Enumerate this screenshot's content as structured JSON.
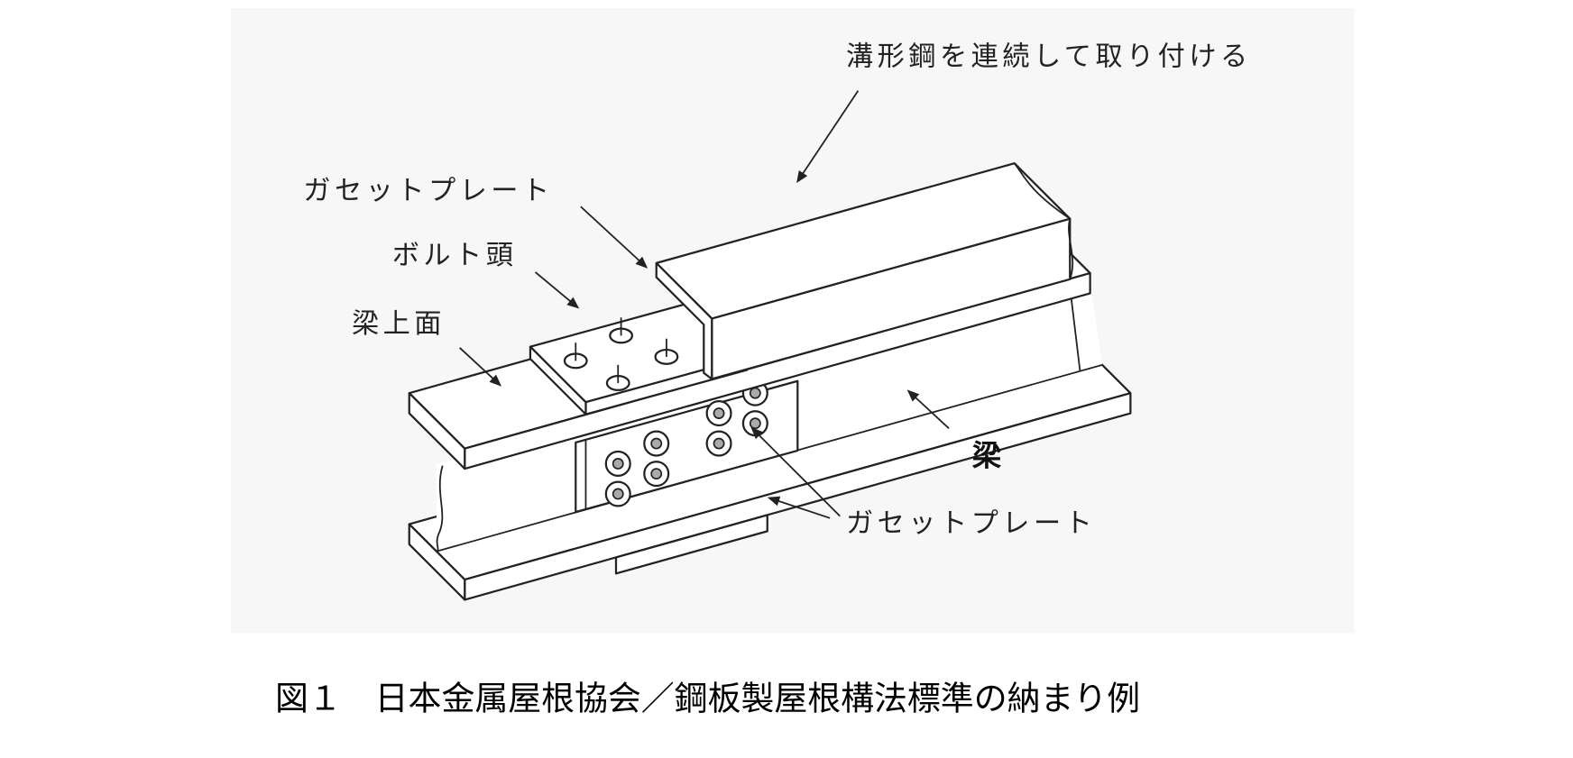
{
  "diagram": {
    "labels": {
      "channel": "溝形鋼を連続して取り付ける",
      "gusset_top": "ガセットプレート",
      "bolt_head": "ボルト頭",
      "beam_top": "梁上面",
      "beam": "梁",
      "gusset_side": "ガセットプレート"
    }
  },
  "caption": "図１　日本金属屋根協会／鋼板製屋根構法標準の納まり例"
}
